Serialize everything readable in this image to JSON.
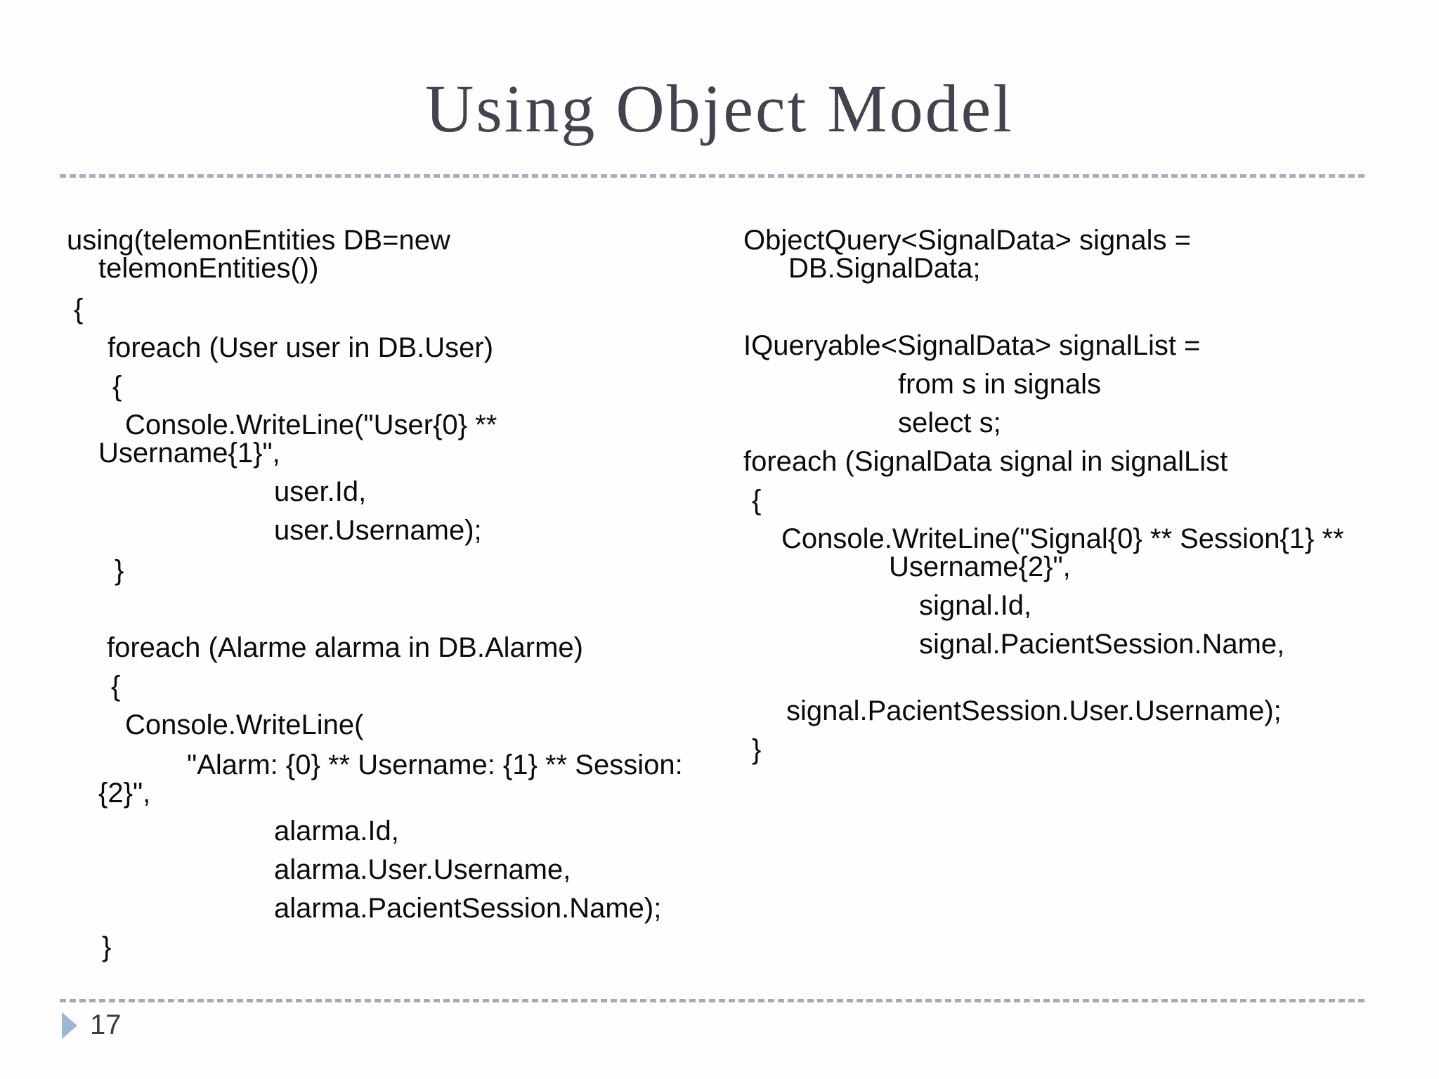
{
  "slide": {
    "title": "Using Object Model",
    "page_number": "17",
    "colors": {
      "background": "#fefefe",
      "title": "#45414e",
      "code": "#0b0b0b",
      "dash_top": "#9fb0c2",
      "dash_bottom": "#a3abb6",
      "triangle": "#9cb6d4",
      "page_number": "#3c3b40"
    }
  },
  "code_columns": {
    "left": {
      "lines": [
        {
          "text": "using(telemonEntities DB=new",
          "indent": 0,
          "gap": 0
        },
        {
          "text": "telemonEntities())",
          "indent": 45,
          "gap": 0
        },
        {
          "text": "{",
          "indent": 10,
          "gap": 18
        },
        {
          "text": "foreach (User user in DB.User)",
          "indent": 58,
          "gap": 15
        },
        {
          "text": "{",
          "indent": 65,
          "gap": 15
        },
        {
          "text": "Console.WriteLine(\"User{0} **",
          "indent": 83,
          "gap": 15
        },
        {
          "text": "Username{1}\",",
          "indent": 45,
          "gap": 0
        },
        {
          "text": "user.Id,",
          "indent": 295,
          "gap": 15
        },
        {
          "text": "user.Username);",
          "indent": 295,
          "gap": 15
        },
        {
          "text": "}",
          "indent": 68,
          "gap": 17
        },
        {
          "text": "foreach (Alarme alarma in DB.Alarme)",
          "indent": 57,
          "gap": 70
        },
        {
          "text": "{",
          "indent": 63,
          "gap": 15
        },
        {
          "text": "Console.WriteLine(",
          "indent": 83,
          "gap": 15
        },
        {
          "text": "\"Alarm: {0} ** Username: {1} ** Session:",
          "indent": 171,
          "gap": 17
        },
        {
          "text": "{2}\",",
          "indent": 45,
          "gap": 0
        },
        {
          "text": "alarma.Id,",
          "indent": 295,
          "gap": 14
        },
        {
          "text": "alarma.User.Username,",
          "indent": 295,
          "gap": 15
        },
        {
          "text": "alarma.PacientSession.Name);",
          "indent": 295,
          "gap": 15
        },
        {
          "text": "}",
          "indent": 50,
          "gap": 15
        }
      ]
    },
    "right": {
      "lines": [
        {
          "text": "ObjectQuery<SignalData> signals =",
          "indent": 0,
          "gap": 0
        },
        {
          "text": "DB.SignalData;",
          "indent": 64,
          "gap": 0
        },
        {
          "text": "IQueryable<SignalData> signalList =",
          "indent": 0,
          "gap": 70
        },
        {
          "text": "from s in signals",
          "indent": 220,
          "gap": 15
        },
        {
          "text": "select s;",
          "indent": 220,
          "gap": 15
        },
        {
          "text": "foreach (SignalData signal in signalList",
          "indent": 0,
          "gap": 15
        },
        {
          "text": "{",
          "indent": 12,
          "gap": 15
        },
        {
          "text": "Console.WriteLine(\"Signal{0} ** Session{1} **",
          "indent": 54,
          "gap": 15
        },
        {
          "text": "Username{2}\",",
          "indent": 207,
          "gap": 0
        },
        {
          "text": "signal.Id,",
          "indent": 250,
          "gap": 15
        },
        {
          "text": "signal.PacientSession.Name,",
          "indent": 250,
          "gap": 15
        },
        {
          "text": "signal.PacientSession.User.Username);",
          "indent": 61,
          "gap": 55
        },
        {
          "text": "}",
          "indent": 12,
          "gap": 15
        }
      ]
    }
  }
}
